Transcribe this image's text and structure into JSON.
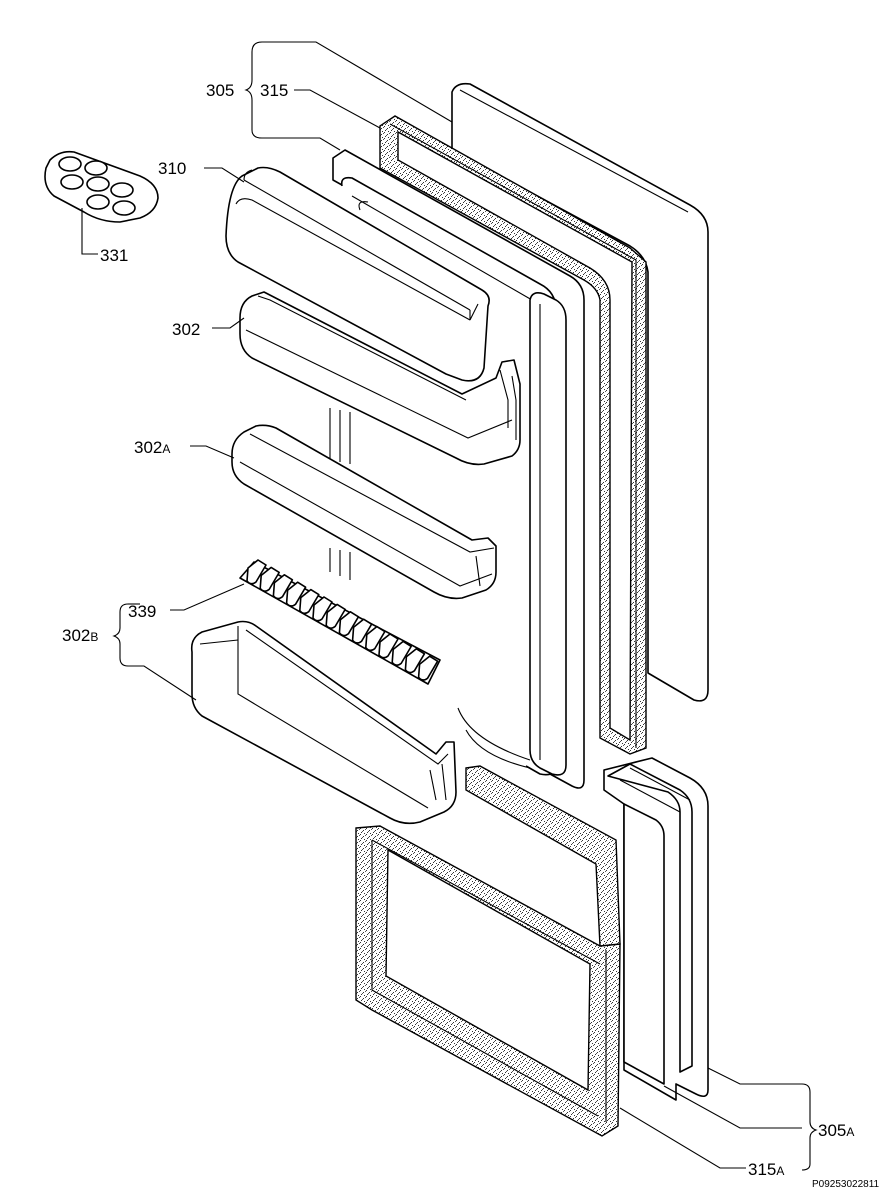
{
  "diagram": {
    "callouts": {
      "c305": "305",
      "c315": "315",
      "c310": "310",
      "c331": "331",
      "c302": "302",
      "c302a_num": "302",
      "c302a_suffix": "A",
      "c339": "339",
      "c302b_num": "302",
      "c302b_suffix": "B",
      "c305a_num": "305",
      "c305a_suffix": "A",
      "c315a_num": "315",
      "c315a_suffix": "A"
    },
    "drawing_code": "P09253022811"
  }
}
